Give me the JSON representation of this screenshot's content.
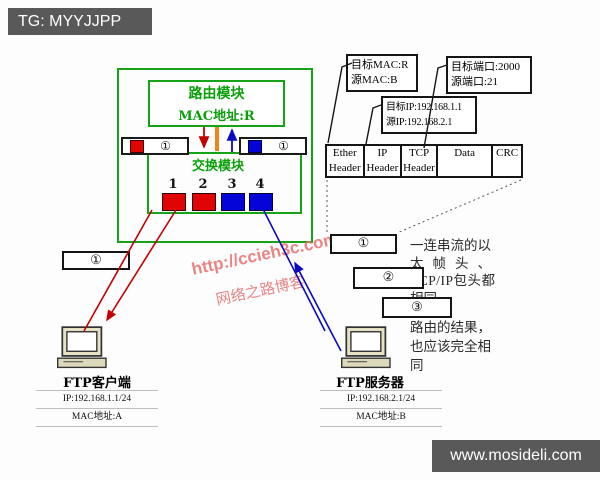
{
  "header": {
    "tag": "TG: MYYJJPP"
  },
  "footer": {
    "site": "www.mosideli.com"
  },
  "watermark": {
    "url": "http://ccieh3c.com",
    "name": "网络之路博客"
  },
  "router": {
    "title": "路由模块",
    "mac": "MAC地址:R"
  },
  "switchmod": {
    "title": "交换模块",
    "ports": [
      "1",
      "2",
      "3",
      "4"
    ]
  },
  "bars": {
    "left_badge": "①",
    "right_badge": "①"
  },
  "labels": {
    "mac": {
      "l1": "目标MAC:R",
      "l2": "源MAC:B"
    },
    "port": {
      "l1": "目标端口:2000",
      "l2": "源端口:21"
    },
    "ip": {
      "l1": "目标IP:192.168.1.1",
      "l2": "源IP:192.168.2.1"
    }
  },
  "packet": {
    "fields": [
      {
        "l1": "Ether",
        "l2": "Header"
      },
      {
        "l1": "IP",
        "l2": "Header"
      },
      {
        "l1": "TCP",
        "l2": "Header"
      },
      {
        "l1": "Data",
        "l2": ""
      },
      {
        "l1": "CRC",
        "l2": ""
      }
    ]
  },
  "steps": {
    "left1": "①",
    "r1": "①",
    "r2": "②",
    "r3": "③"
  },
  "notes": {
    "stream": [
      "一连串流的以",
      "太帧头、",
      "TCP/IP包头都",
      "相同"
    ],
    "route": [
      "路由的结果，",
      "也应该完全相",
      "同"
    ]
  },
  "client": {
    "name": "FTP客户端",
    "ip": "IP:192.168.1.1/24",
    "mac": "MAC地址:A"
  },
  "server": {
    "name": "FTP服务器",
    "ip": "IP:192.168.2.1/24",
    "mac": "MAC地址:B"
  },
  "colors": {
    "tag_bg": "#595959",
    "green": "#17a317",
    "green_text": "#0aa00a",
    "red": "#c40000",
    "blue": "#0a0ac0",
    "orange": "#ef8418",
    "watermark_pink": "#e4706e",
    "box_border": "#151515"
  }
}
